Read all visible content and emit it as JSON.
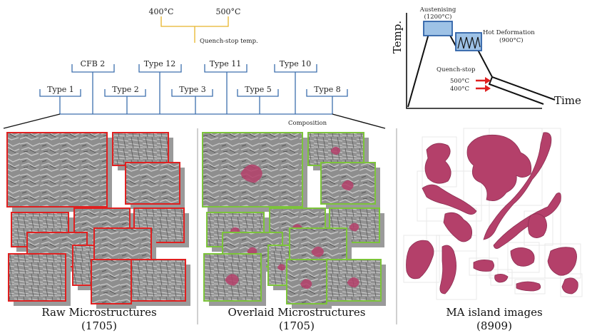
{
  "quench": {
    "temp_a": "400°C",
    "temp_b": "500°C",
    "caption": "Quench-stop temp."
  },
  "composition": {
    "upper_types": [
      "CFB 2",
      "Type 12",
      "Type 11",
      "Type 10"
    ],
    "lower_types": [
      "Type 1",
      "Type 2",
      "Type 3",
      "Type 5",
      "Type 8"
    ],
    "caption": "Composition"
  },
  "process_chart": {
    "ylabel": "Temp.",
    "xlabel": "Time",
    "austenising": "Austenising",
    "austenising_temp": "(1200°C)",
    "hot_deformation": "Hot Deformation",
    "hot_deformation_temp": "(900°C)",
    "quench_stop": "Quench-stop",
    "quench_500": "500°C",
    "quench_400": "400°C"
  },
  "panels": [
    {
      "title": "Raw Microstructures",
      "count": "(1705)",
      "frame_color": "#e02020"
    },
    {
      "title": "Overlaid  Microstructures",
      "count": "(1705)",
      "frame_color": "#7cc43a"
    },
    {
      "title": "MA island images",
      "count": "(8909)",
      "frame_color": "#dddddd"
    }
  ],
  "colors": {
    "tree_blue": "#3d6fae",
    "quench_yellow": "#e8b52a",
    "ma_island": "#b4406a",
    "micro_gray": "#8c8c8c",
    "arrow_red": "#e02020"
  }
}
